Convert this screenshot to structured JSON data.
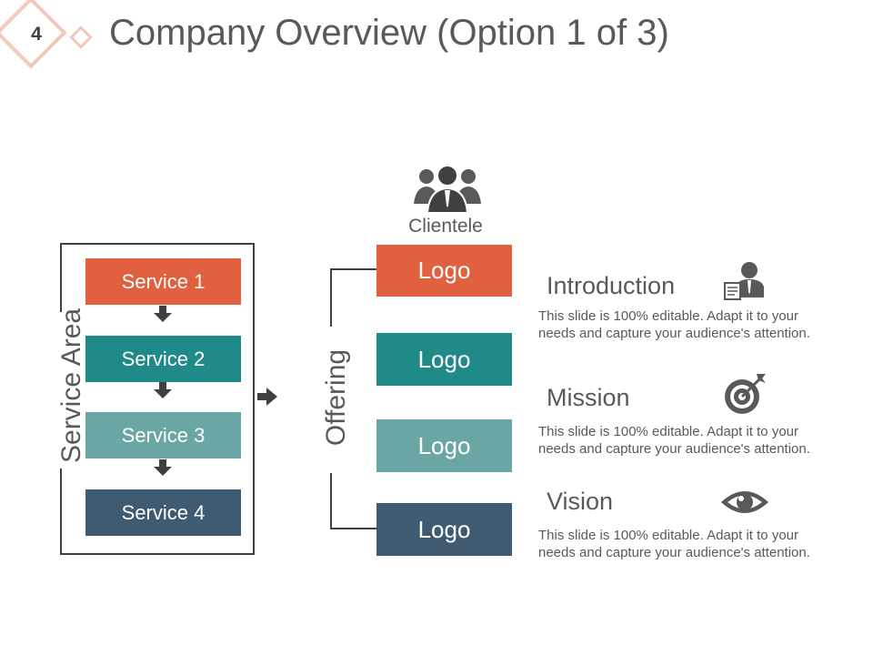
{
  "slide": {
    "number": "4",
    "title": "Company Overview (Option 1 of 3)"
  },
  "service_area": {
    "label": "Service Area",
    "services": [
      {
        "label": "Service 1",
        "color": "#e0603f"
      },
      {
        "label": "Service 2",
        "color": "#1f8a88"
      },
      {
        "label": "Service 3",
        "color": "#6aa6a4"
      },
      {
        "label": "Service 4",
        "color": "#3f5b72"
      }
    ]
  },
  "offering": {
    "label": "Offering",
    "clientele_label": "Clientele",
    "logos": [
      {
        "label": "Logo",
        "color": "#e0603f"
      },
      {
        "label": "Logo",
        "color": "#1f8a88"
      },
      {
        "label": "Logo",
        "color": "#6aa6a4"
      },
      {
        "label": "Logo",
        "color": "#3f5b72"
      }
    ]
  },
  "sections": [
    {
      "title": "Introduction",
      "description": "This slide is 100% editable. Adapt it to your needs and capture your audience's attention.",
      "icon": "presenter-icon"
    },
    {
      "title": "Mission",
      "description": "This slide is 100% editable. Adapt it to your needs and capture your audience's attention.",
      "icon": "target-icon"
    },
    {
      "title": "Vision",
      "description": "This slide is 100% editable. Adapt it to your needs and capture your audience's attention.",
      "icon": "eye-icon"
    }
  ]
}
